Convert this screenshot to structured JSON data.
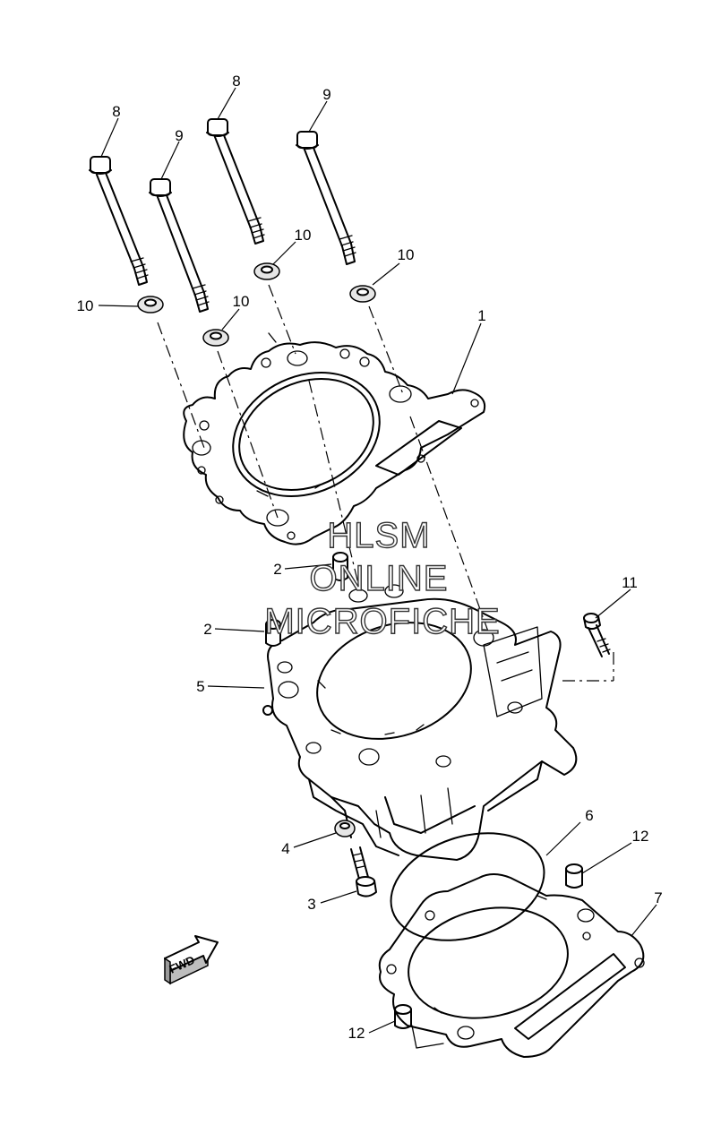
{
  "callouts": [
    {
      "id": "c8a",
      "label": "8"
    },
    {
      "id": "c9a",
      "label": "9"
    },
    {
      "id": "c8b",
      "label": "8"
    },
    {
      "id": "c9b",
      "label": "9"
    },
    {
      "id": "c10a",
      "label": "10"
    },
    {
      "id": "c10b",
      "label": "10"
    },
    {
      "id": "c10c",
      "label": "10"
    },
    {
      "id": "c10d",
      "label": "10"
    },
    {
      "id": "c1",
      "label": "1"
    },
    {
      "id": "c2a",
      "label": "2"
    },
    {
      "id": "c2b",
      "label": "2"
    },
    {
      "id": "c5",
      "label": "5"
    },
    {
      "id": "c11",
      "label": "11"
    },
    {
      "id": "c6",
      "label": "6"
    },
    {
      "id": "c12a",
      "label": "12"
    },
    {
      "id": "c7",
      "label": "7"
    },
    {
      "id": "c4",
      "label": "4"
    },
    {
      "id": "c3",
      "label": "3"
    },
    {
      "id": "c12b",
      "label": "12"
    }
  ],
  "watermark": {
    "line1": "HLSM",
    "line2": "ONLINE",
    "line3": "MICROFICHE"
  },
  "fwd_label": "FWD"
}
